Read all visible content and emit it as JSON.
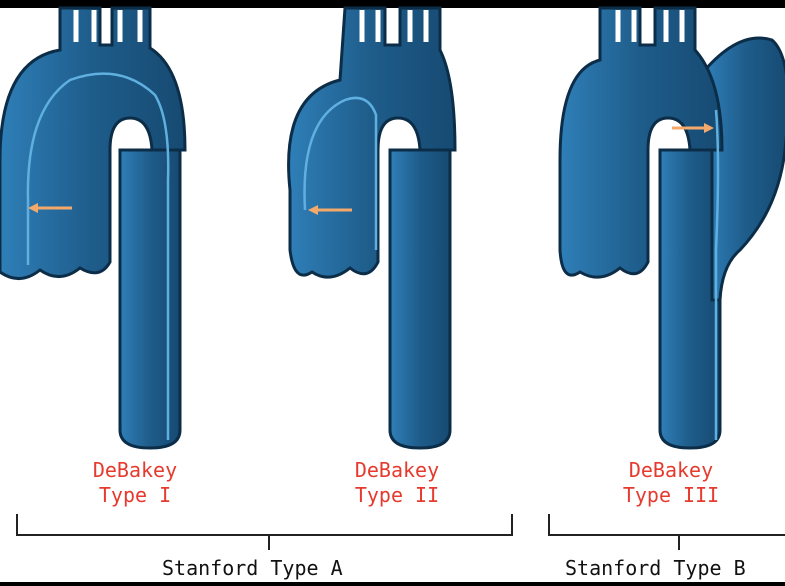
{
  "figure": {
    "panels": [
      {
        "id": "type-i",
        "classification": "DeBakey",
        "type_label": "Type I"
      },
      {
        "id": "type-ii",
        "classification": "DeBakey",
        "type_label": "Type II"
      },
      {
        "id": "type-iii",
        "classification": "DeBakey",
        "type_label": "Type III"
      }
    ],
    "groups": [
      {
        "id": "stanford-a",
        "label": "Stanford Type A"
      },
      {
        "id": "stanford-b",
        "label": "Stanford Type B"
      }
    ]
  },
  "colors": {
    "vessel": "#1e5c8a",
    "vessel_inner": "#3a8fc4",
    "vessel_outline": "#0c2d48",
    "label_red": "#e63a2e",
    "arrow": "#f4a96a",
    "bracket": "#222222"
  },
  "icons": [
    "aorta-illustration-icon",
    "tear-entry-arrow-icon"
  ]
}
